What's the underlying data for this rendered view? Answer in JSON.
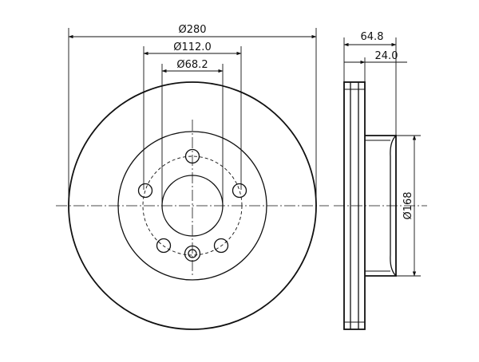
{
  "dimensions": {
    "disc_diameter": "Ø280",
    "bolt_circle": "Ø112.0",
    "center_bore": "Ø68.2",
    "total_height": "64.8",
    "disc_thickness": "24.0",
    "hat_diameter": "Ø168"
  },
  "colors": {
    "line": "#111111",
    "background": "#ffffff"
  }
}
